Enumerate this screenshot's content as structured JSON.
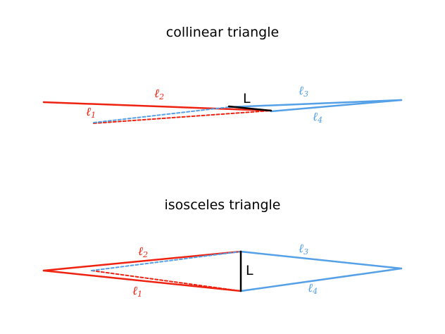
{
  "titles": {
    "collinear": "collinear triangle",
    "isosceles": "isosceles triangle"
  },
  "labels": {
    "l1": "ℓ",
    "l1_sub": "1",
    "l2": "ℓ",
    "l2_sub": "2",
    "l3": "ℓ",
    "l3_sub": "3",
    "l4": "ℓ",
    "l4_sub": "4",
    "L": "L"
  },
  "colors": {
    "red": "#ee2211",
    "blue": "#55a0e6",
    "black": "#000000"
  }
}
